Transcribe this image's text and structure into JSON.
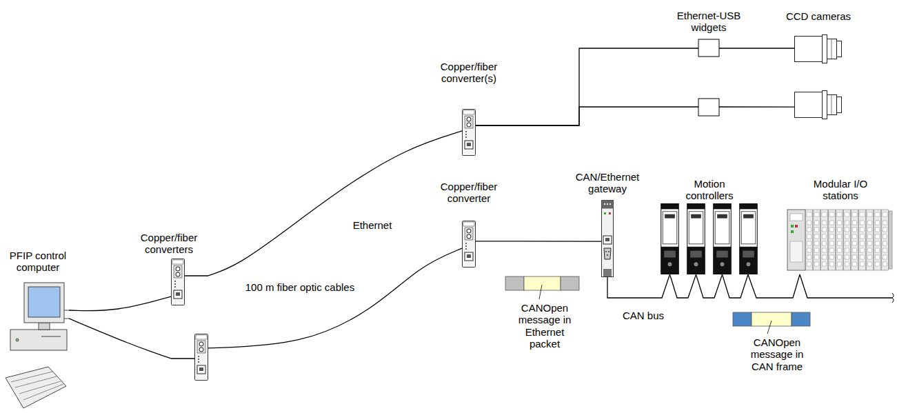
{
  "diagram": {
    "nodes": [
      {
        "text": [
          "PFIP control computer"
        ]
      },
      {
        "text": [
          "Copper/fiber converters"
        ]
      },
      {
        "text": [
          "Copper/fiber converter(s)"
        ]
      },
      {
        "text": [
          "Ethernet-USB widgets"
        ]
      },
      {
        "text": [
          "CCD cameras"
        ]
      },
      {
        "text": [
          "Copper/fiber converter"
        ]
      },
      {
        "text": [
          "CAN/Ethernet gateway"
        ]
      },
      {
        "text": [
          "Motion controllers"
        ]
      },
      {
        "text": [
          "Modular I/O stations"
        ]
      }
    ],
    "edges": [
      {
        "from": 0,
        "to": 1,
        "arrow": "none"
      },
      {
        "from": 0,
        "to": 1,
        "arrow": "none"
      },
      {
        "from": 1,
        "to": 2,
        "arrow": "none"
      },
      {
        "from": 1,
        "to": 5,
        "arrow": "none"
      },
      {
        "from": 2,
        "to": 3,
        "arrow": "none"
      },
      {
        "from": 2,
        "to": 3,
        "arrow": "none"
      },
      {
        "from": 3,
        "to": 4,
        "arrow": "none"
      },
      {
        "from": 3,
        "to": 4,
        "arrow": "none"
      },
      {
        "from": 5,
        "to": 6,
        "arrow": "none"
      },
      {
        "from": 6,
        "to": 7,
        "arrow": "none"
      },
      {
        "from": 7,
        "to": 8,
        "arrow": "none"
      }
    ],
    "labels": [
      "Ethernet",
      "100 m fiber optic cables",
      "CANOpen message in Ethernet packet",
      "CAN bus",
      "CANOpen message in CAN frame"
    ]
  }
}
